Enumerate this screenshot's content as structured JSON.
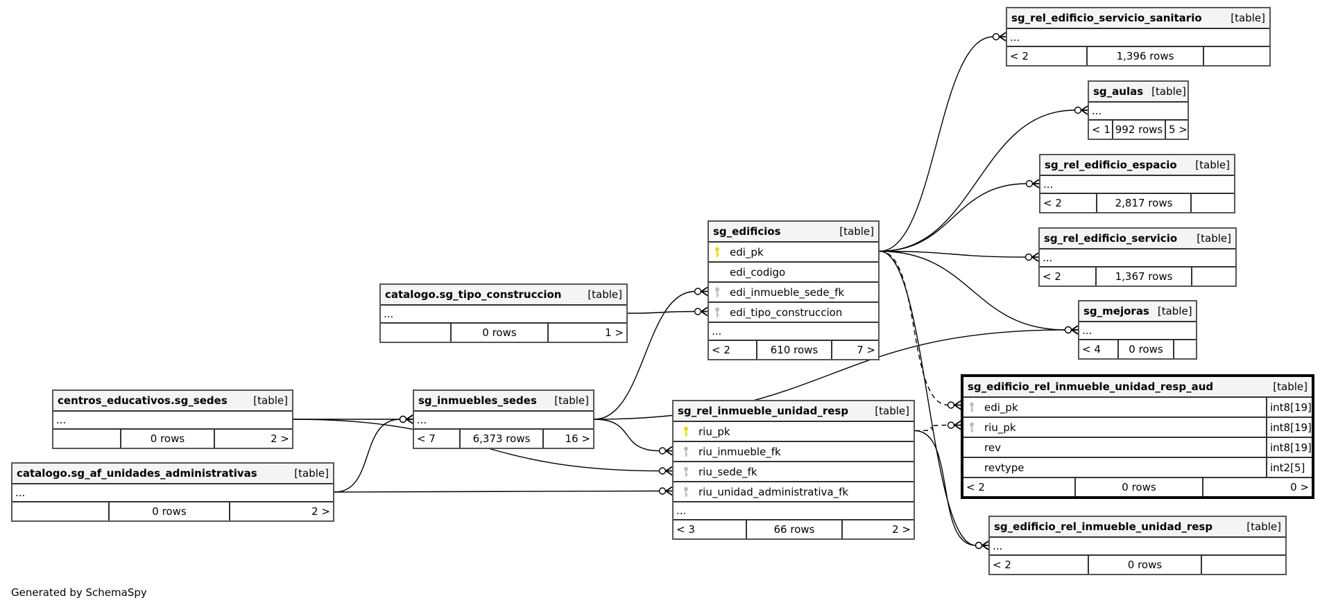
{
  "diagram": {
    "footer": "Generated by SchemaSpy",
    "tables": [
      {
        "id": "sanitario",
        "name": "sg_rel_edificio_servicio_sanitario",
        "kind": "[table]",
        "columns": [],
        "ellipsis": "...",
        "parents": "< 2",
        "rows": "1,396 rows",
        "children": ""
      },
      {
        "id": "aulas",
        "name": "sg_aulas",
        "kind": "[table]",
        "columns": [],
        "ellipsis": "...",
        "parents": "< 1",
        "rows": "992 rows",
        "children": "5 >"
      },
      {
        "id": "espacio",
        "name": "sg_rel_edificio_espacio",
        "kind": "[table]",
        "columns": [],
        "ellipsis": "...",
        "parents": "< 2",
        "rows": "2,817 rows",
        "children": ""
      },
      {
        "id": "servicio",
        "name": "sg_rel_edificio_servicio",
        "kind": "[table]",
        "columns": [],
        "ellipsis": "...",
        "parents": "< 2",
        "rows": "1,367 rows",
        "children": ""
      },
      {
        "id": "mejoras",
        "name": "sg_mejoras",
        "kind": "[table]",
        "columns": [],
        "ellipsis": "...",
        "parents": "< 4",
        "rows": "0 rows",
        "children": ""
      },
      {
        "id": "edificios",
        "name": "sg_edificios",
        "kind": "[table]",
        "columns": [
          {
            "name": "edi_pk",
            "key": "primary"
          },
          {
            "name": "edi_codigo",
            "key": "none"
          },
          {
            "name": "edi_inmueble_sede_fk",
            "key": "foreign"
          },
          {
            "name": "edi_tipo_construccion",
            "key": "foreign"
          }
        ],
        "ellipsis": "...",
        "parents": "< 2",
        "rows": "610 rows",
        "children": "7 >"
      },
      {
        "id": "tipo",
        "name": "catalogo.sg_tipo_construccion",
        "kind": "[table]",
        "columns": [],
        "ellipsis": "...",
        "parents": "",
        "rows": "0 rows",
        "children": "1 >"
      },
      {
        "id": "sedes",
        "name": "centros_educativos.sg_sedes",
        "kind": "[table]",
        "columns": [],
        "ellipsis": "...",
        "parents": "",
        "rows": "0 rows",
        "children": "2 >"
      },
      {
        "id": "inmuebles",
        "name": "sg_inmuebles_sedes",
        "kind": "[table]",
        "columns": [],
        "ellipsis": "...",
        "parents": "< 7",
        "rows": "6,373 rows",
        "children": "16 >"
      },
      {
        "id": "riu",
        "name": "sg_rel_inmueble_unidad_resp",
        "kind": "[table]",
        "columns": [
          {
            "name": "riu_pk",
            "key": "primary"
          },
          {
            "name": "riu_inmueble_fk",
            "key": "foreign"
          },
          {
            "name": "riu_sede_fk",
            "key": "foreign"
          },
          {
            "name": "riu_unidad_administrativa_fk",
            "key": "foreign"
          }
        ],
        "ellipsis": "...",
        "parents": "< 3",
        "rows": "66 rows",
        "children": "2 >"
      },
      {
        "id": "unidades",
        "name": "catalogo.sg_af_unidades_administrativas",
        "kind": "[table]",
        "columns": [],
        "ellipsis": "...",
        "parents": "",
        "rows": "0 rows",
        "children": "2 >"
      },
      {
        "id": "aud",
        "name": "sg_edificio_rel_inmueble_unidad_resp_aud",
        "kind": "[table]",
        "focus": true,
        "columns": [
          {
            "name": "edi_pk",
            "key": "foreign",
            "type": "int8[19]"
          },
          {
            "name": "riu_pk",
            "key": "foreign",
            "type": "int8[19]"
          },
          {
            "name": "rev",
            "key": "none",
            "type": "int8[19]"
          },
          {
            "name": "revtype",
            "key": "none",
            "type": "int2[5]"
          }
        ],
        "ellipsis": "",
        "parents": "< 2",
        "rows": "0 rows",
        "children": "0 >"
      },
      {
        "id": "erel",
        "name": "sg_edificio_rel_inmueble_unidad_resp",
        "kind": "[table]",
        "columns": [],
        "ellipsis": "...",
        "parents": "< 2",
        "rows": "0 rows",
        "children": ""
      }
    ],
    "relationships": [
      {
        "from": "edificios.edi_pk",
        "to": "sanitario",
        "style": "solid"
      },
      {
        "from": "edificios.edi_pk",
        "to": "aulas",
        "style": "solid"
      },
      {
        "from": "edificios.edi_pk",
        "to": "espacio",
        "style": "solid"
      },
      {
        "from": "edificios.edi_pk",
        "to": "servicio",
        "style": "solid"
      },
      {
        "from": "edificios.edi_pk",
        "to": "mejoras",
        "style": "solid"
      },
      {
        "from": "edificios.edi_pk",
        "to": "aud.edi_pk",
        "style": "dashed"
      },
      {
        "from": "edificios.edi_pk",
        "to": "erel",
        "style": "solid"
      },
      {
        "from": "inmuebles",
        "to": "edificios.edi_inmueble_sede_fk",
        "style": "solid"
      },
      {
        "from": "tipo",
        "to": "edificios.edi_tipo_construccion",
        "style": "solid"
      },
      {
        "from": "inmuebles",
        "to": "mejoras",
        "style": "solid"
      },
      {
        "from": "inmuebles",
        "to": "riu.riu_inmueble_fk",
        "style": "solid"
      },
      {
        "from": "sedes",
        "to": "inmuebles",
        "style": "solid"
      },
      {
        "from": "sedes",
        "to": "riu.riu_sede_fk",
        "style": "solid"
      },
      {
        "from": "unidades",
        "to": "inmuebles",
        "style": "solid"
      },
      {
        "from": "unidades",
        "to": "riu.riu_unidad_administrativa_fk",
        "style": "solid"
      },
      {
        "from": "riu.riu_pk",
        "to": "aud.riu_pk",
        "style": "dashed"
      },
      {
        "from": "riu.riu_pk",
        "to": "erel",
        "style": "solid"
      }
    ]
  }
}
